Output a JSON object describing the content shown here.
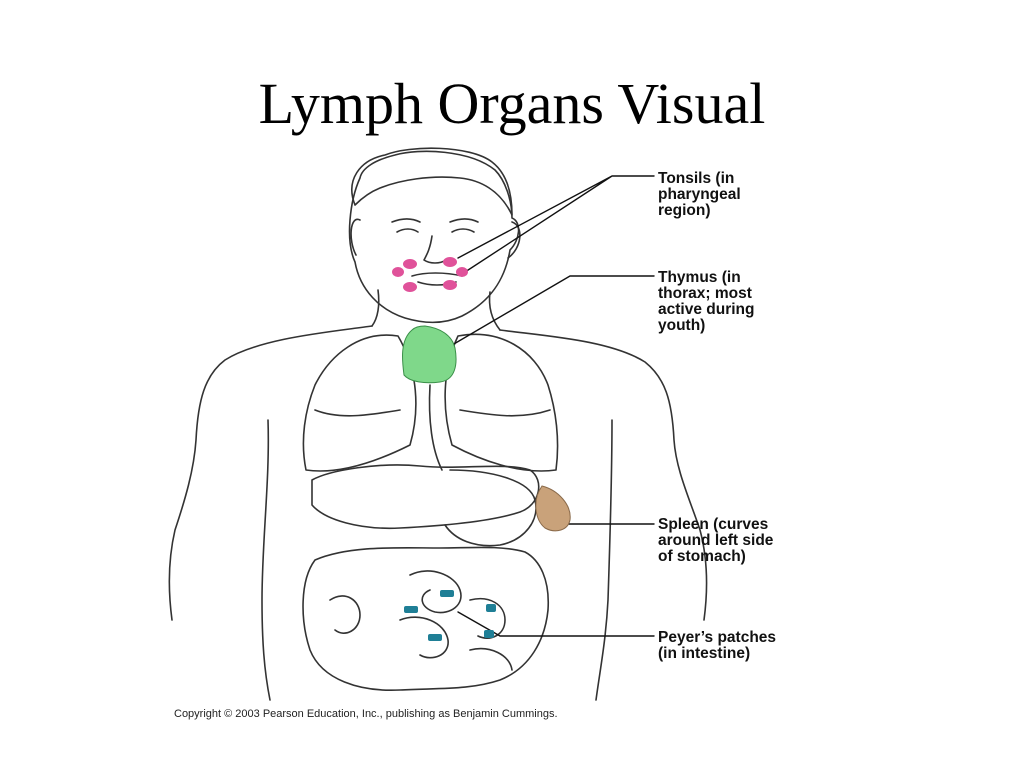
{
  "slide": {
    "title": "Lymph Organs Visual",
    "copyright": "Copyright © 2003 Pearson Education, Inc., publishing as Benjamin Cummings."
  },
  "labels": {
    "tonsils": "Tonsils (in\npharyngeal\nregion)",
    "thymus": "Thymus (in\nthorax; most\nactive during\nyouth)",
    "spleen": "Spleen (curves\naround left side\nof stomach)",
    "peyers": "Peyer’s patches\n(in intestine)"
  },
  "colors": {
    "tonsils": "#e0529a",
    "thymus": "#7fd88a",
    "spleen": "#c9a27a",
    "peyers": "#1f7f96",
    "outline": "#333333"
  }
}
